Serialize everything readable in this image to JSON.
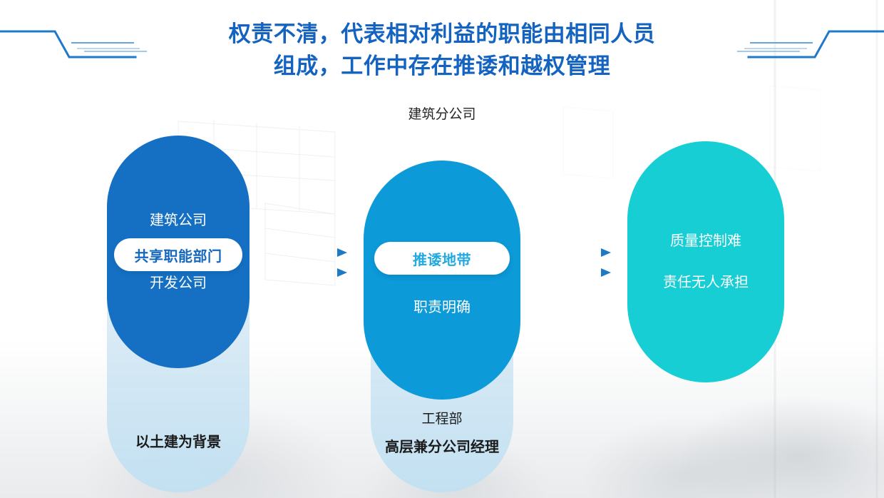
{
  "slide": {
    "title": "权责不清，代表相对利益的职能由相同人员\n组成，工作中存在推诿和越权管理",
    "title_color": "#1463c0",
    "background_color": "#ffffff"
  },
  "columns": [
    {
      "id": "column-1",
      "top_caption": "",
      "capsule": {
        "color": "#1570c4",
        "lines": [
          "建筑公司",
          "开发公司"
        ]
      },
      "pill": {
        "label": "共享职能部门",
        "text_color": "#1668bf",
        "background": "#ffffff"
      },
      "ghost_captions": [
        {
          "text": "",
          "style": "light"
        },
        {
          "text": "以土建为背景",
          "style": "strong"
        }
      ]
    },
    {
      "id": "column-2",
      "top_caption": "建筑分公司",
      "capsule": {
        "color": "#0c9ad9",
        "lines": [
          "职责明确",
          "职责明确"
        ]
      },
      "pill": {
        "label": "推诿地带",
        "text_color": "#21a9e0",
        "background": "#ffffff"
      },
      "ghost_captions": [
        {
          "text": "工程部",
          "style": "light"
        },
        {
          "text": "高层兼分公司经理",
          "style": "strong"
        }
      ]
    },
    {
      "id": "column-3",
      "top_caption": "",
      "capsule": {
        "color": "#17ced5",
        "lines": [
          "质量控制难",
          "责任无人承担"
        ]
      },
      "pill": null,
      "ghost_captions": []
    }
  ],
  "arrows": [
    {
      "id": "arrow-group-1",
      "count": 2,
      "direction": "right",
      "color": "#1f7ac6"
    },
    {
      "id": "arrow-group-2",
      "count": 2,
      "direction": "right",
      "color": "#1f7ac6"
    }
  ],
  "decorations": {
    "corner_left": "stepped-line-ornament",
    "corner_right": "stepped-line-ornament",
    "line_color": "#1f78c8"
  }
}
